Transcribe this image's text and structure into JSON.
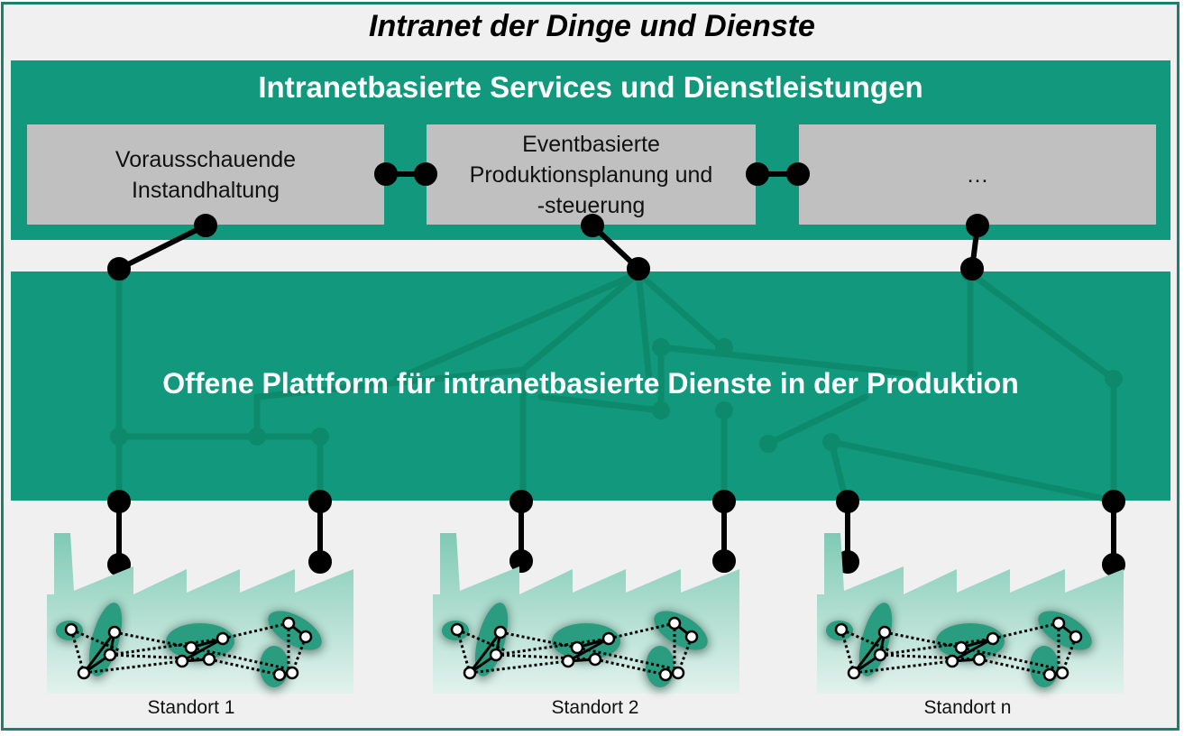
{
  "diagram": {
    "title": "Intranet der Dinge und Dienste",
    "services_layer": {
      "title": "Intranetbasierte Services und Dienstleistungen",
      "services": [
        {
          "lines": [
            "Vorausschauende",
            "Instandhaltung"
          ]
        },
        {
          "lines": [
            "Eventbasierte",
            "Produktionsplanung und",
            "-steuerung"
          ]
        },
        {
          "lines": [
            "…"
          ]
        }
      ]
    },
    "platform_layer": {
      "title": "Offene Plattform für intranetbasierte Dienste in der Produktion"
    },
    "sites": [
      {
        "label": "Standort 1"
      },
      {
        "label": "Standort 2"
      },
      {
        "label": "Standort n"
      }
    ]
  },
  "colors": {
    "frame": "#1a7f6b",
    "band": "#12987c",
    "band_network": "#0d8a6c",
    "service_box": "#c0c0c0",
    "background": "#f0f0f0",
    "factory": "#8fd0bd",
    "cluster": "#2a9c80",
    "connector": "#000000"
  }
}
